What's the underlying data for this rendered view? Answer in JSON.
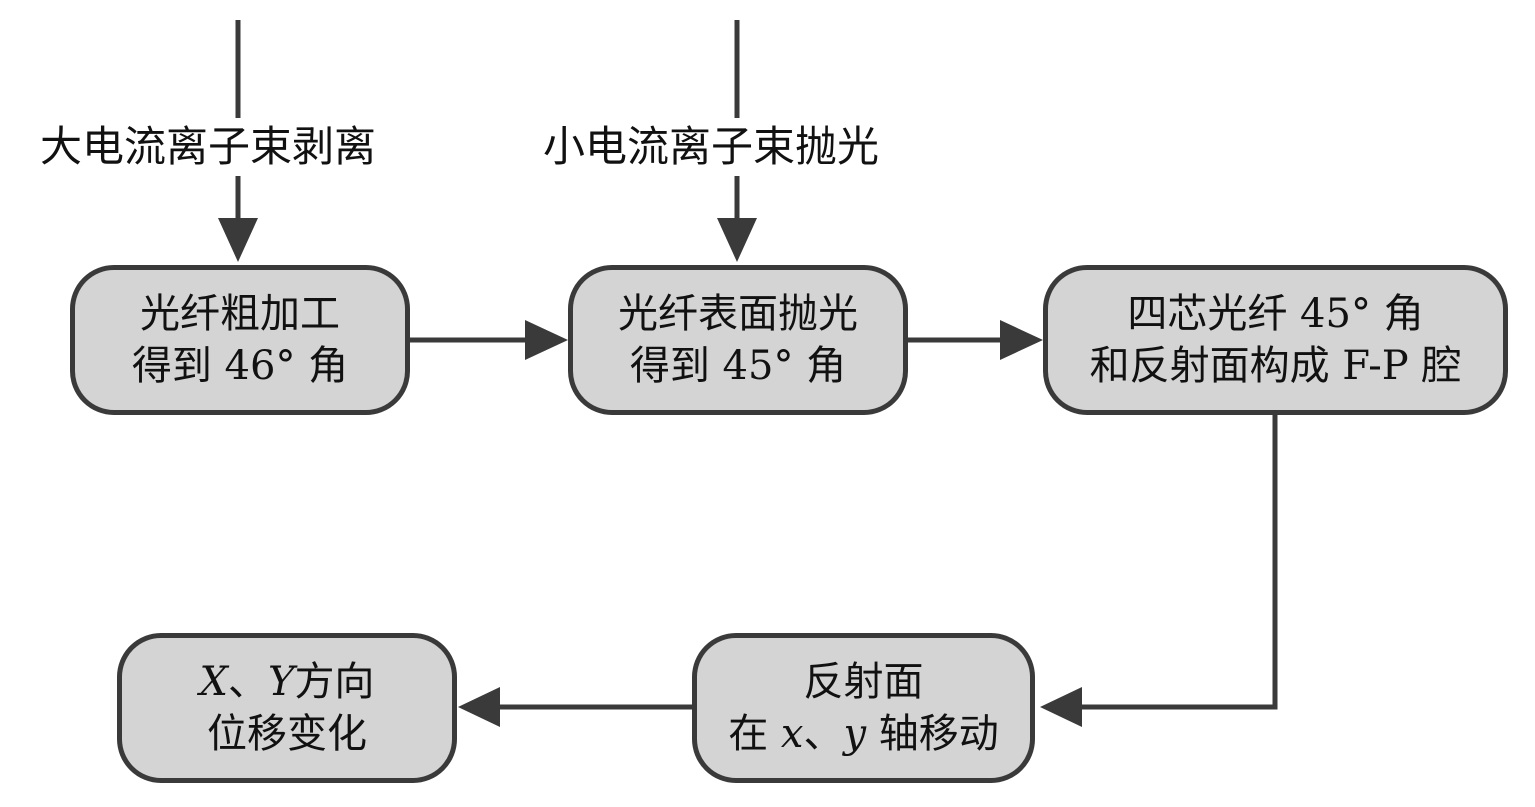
{
  "inputs": [
    {
      "text": "大电流离子束剥离"
    },
    {
      "text": "小电流离子束抛光"
    }
  ],
  "nodes": [
    {
      "line1": "光纤粗加工",
      "line2": "得到 46° 角"
    },
    {
      "line1": "光纤表面抛光",
      "line2": "得到 45° 角"
    },
    {
      "line1": "四芯光纤 45° 角",
      "line2": "和反射面构成 F-P 腔"
    },
    {
      "line1": "反射面",
      "line2_a": "在 ",
      "line2_x": "x",
      "line2_b": "、",
      "line2_y": "y",
      "line2_c": " 轴移动"
    },
    {
      "line1_x": "X",
      "line1_a": "、",
      "line1_y": "Y",
      "line1_b": "方向",
      "line2": "位移变化"
    }
  ],
  "colors": {
    "stroke": "#3a3a3a",
    "box_fill": "#d4d4d4",
    "text": "#111111"
  }
}
